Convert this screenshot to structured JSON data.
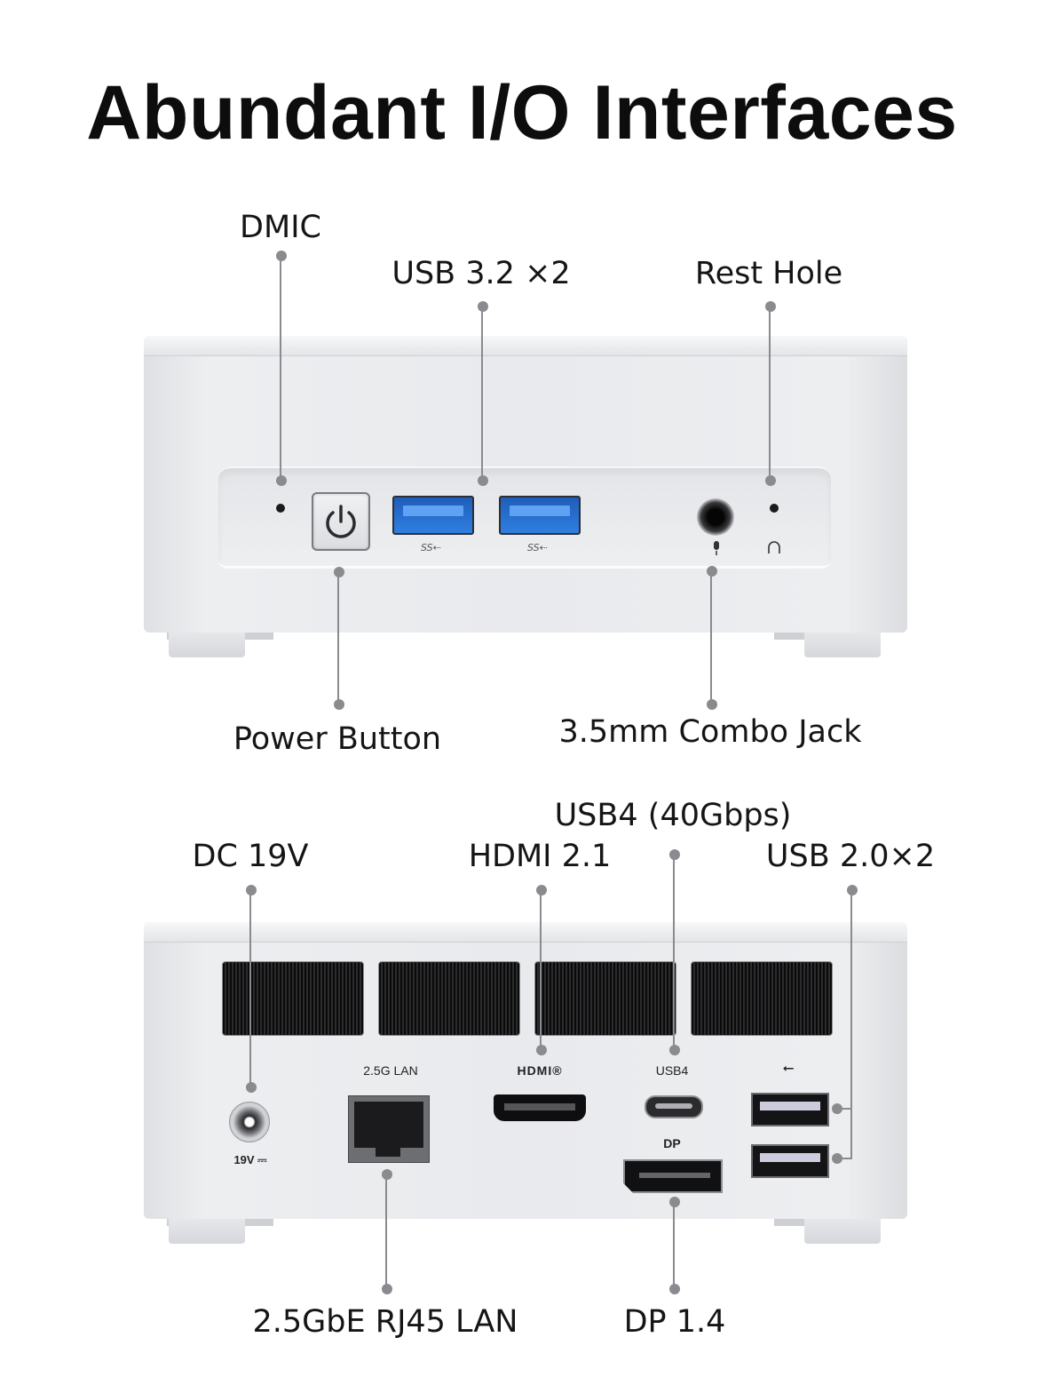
{
  "title": "Abundant I/O Interfaces",
  "front": {
    "labels": {
      "dmic": "DMIC",
      "usb32": "USB 3.2 ×2",
      "rest_hole": "Rest Hole",
      "power_button": "Power Button",
      "combo_jack": "3.5mm Combo Jack"
    },
    "port_marks": {
      "ss": "SS⇠"
    }
  },
  "back": {
    "labels": {
      "dc": "DC 19V",
      "hdmi": "HDMI 2.1",
      "usb4": "USB4 (40Gbps)",
      "usb20": "USB 2.0×2",
      "lan": "2.5GbE RJ45 LAN",
      "dp": "DP 1.4"
    },
    "port_tags": {
      "lan": "2.5G LAN",
      "hdmi": "HDMI®",
      "usb4": "USB4",
      "dp": "DP",
      "dc": "19V ⎓",
      "usb_symbol": "⭠"
    }
  },
  "colors": {
    "usb32_blue": "#2f7fe0",
    "chassis": "#e9eaed",
    "callout": "#8a8b8f"
  }
}
